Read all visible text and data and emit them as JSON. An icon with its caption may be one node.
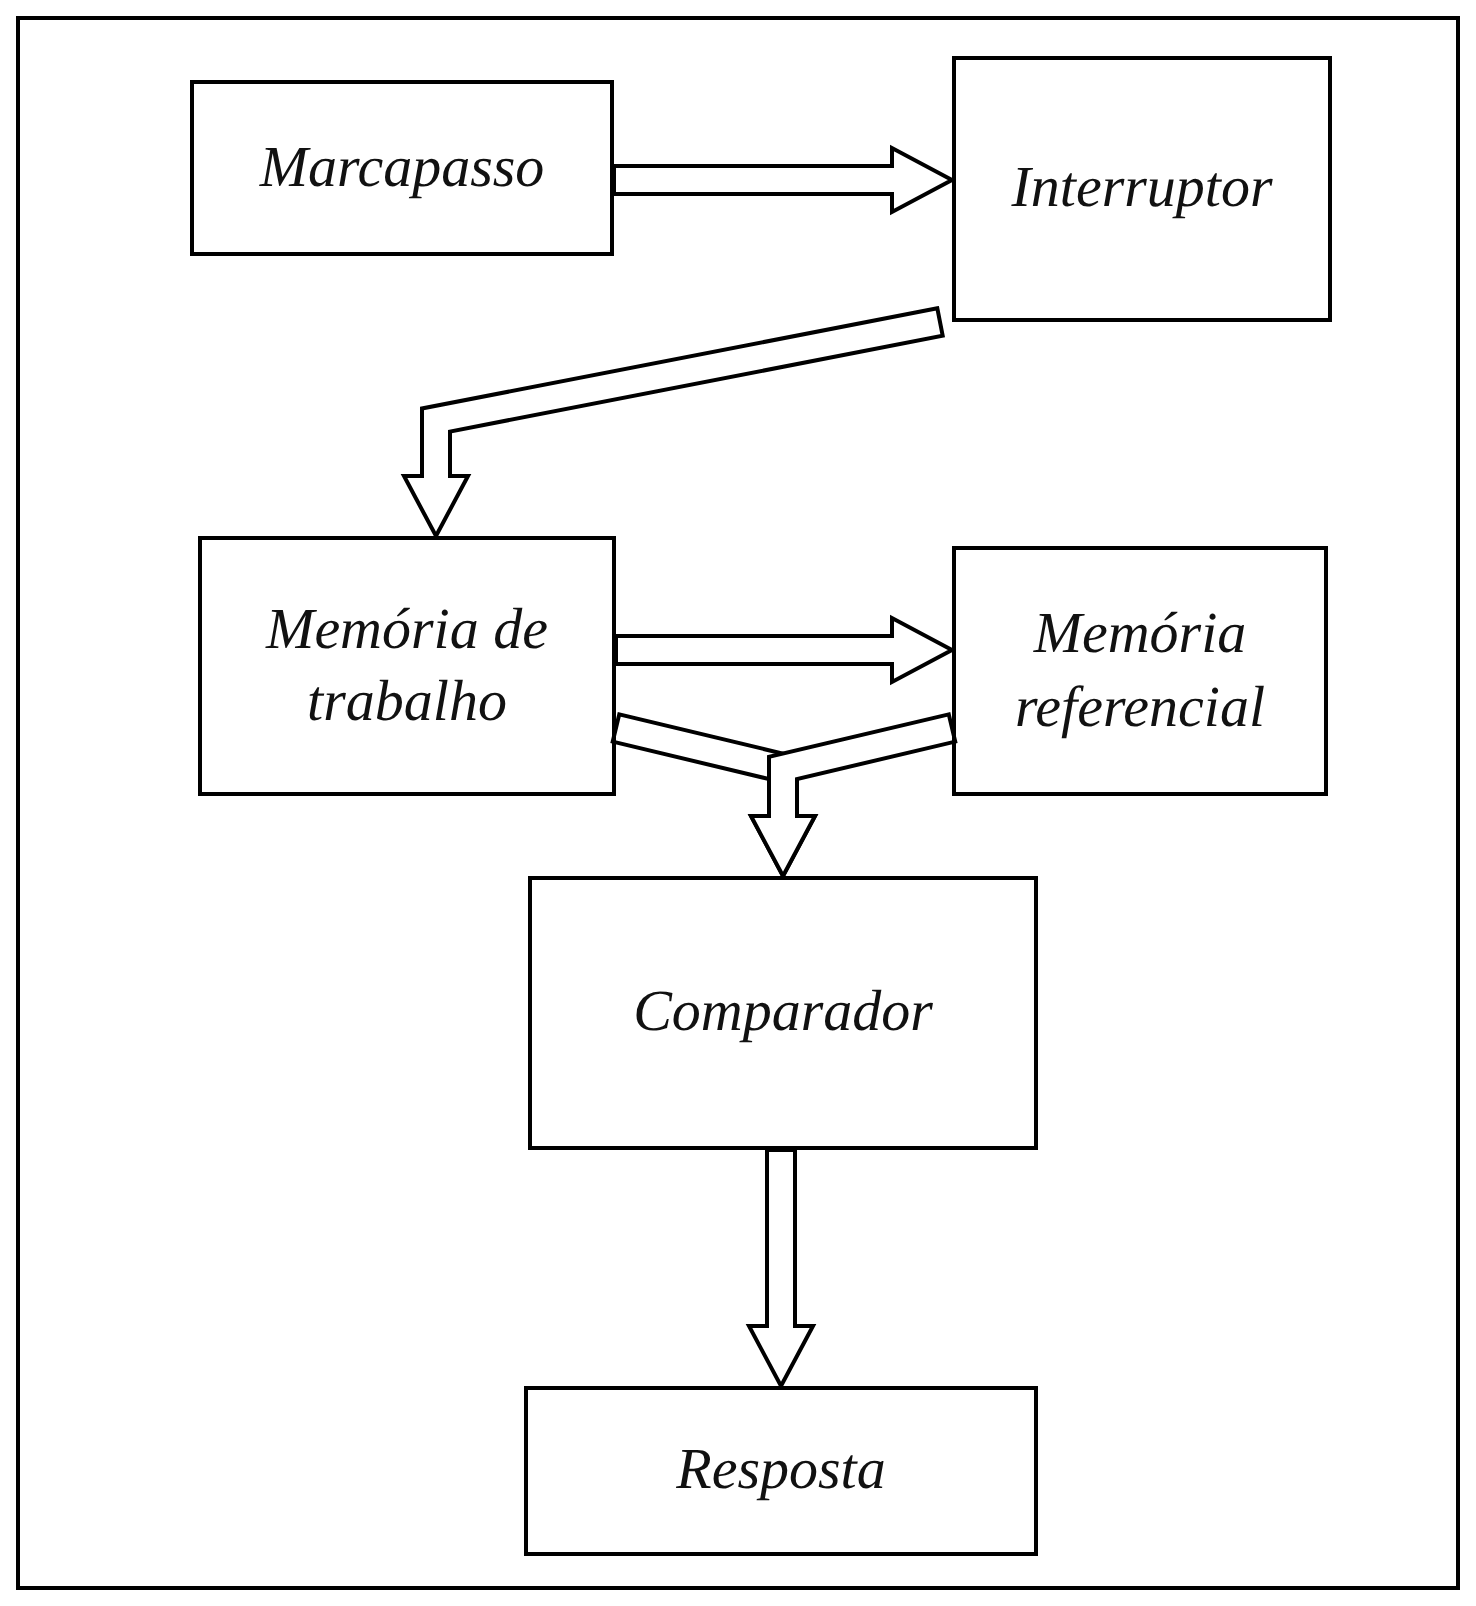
{
  "diagram": {
    "nodes": [
      {
        "text": [
          "Marcapasso"
        ]
      },
      {
        "text": [
          "Interruptor"
        ]
      },
      {
        "text": [
          "Memória de trabalho"
        ]
      },
      {
        "text": [
          "Memória referencial"
        ]
      },
      {
        "text": [
          "Comparador"
        ]
      },
      {
        "text": [
          "Resposta"
        ]
      }
    ],
    "edges": [
      {
        "from": 0,
        "to": 1,
        "arrow": "to"
      },
      {
        "from": 1,
        "to": 2,
        "arrow": "to"
      },
      {
        "from": 2,
        "to": 3,
        "arrow": "to"
      },
      {
        "from": 2,
        "to": 4,
        "arrow": "to"
      },
      {
        "from": 3,
        "to": 4,
        "arrow": "to"
      },
      {
        "from": 4,
        "to": 5,
        "arrow": "to"
      }
    ]
  }
}
